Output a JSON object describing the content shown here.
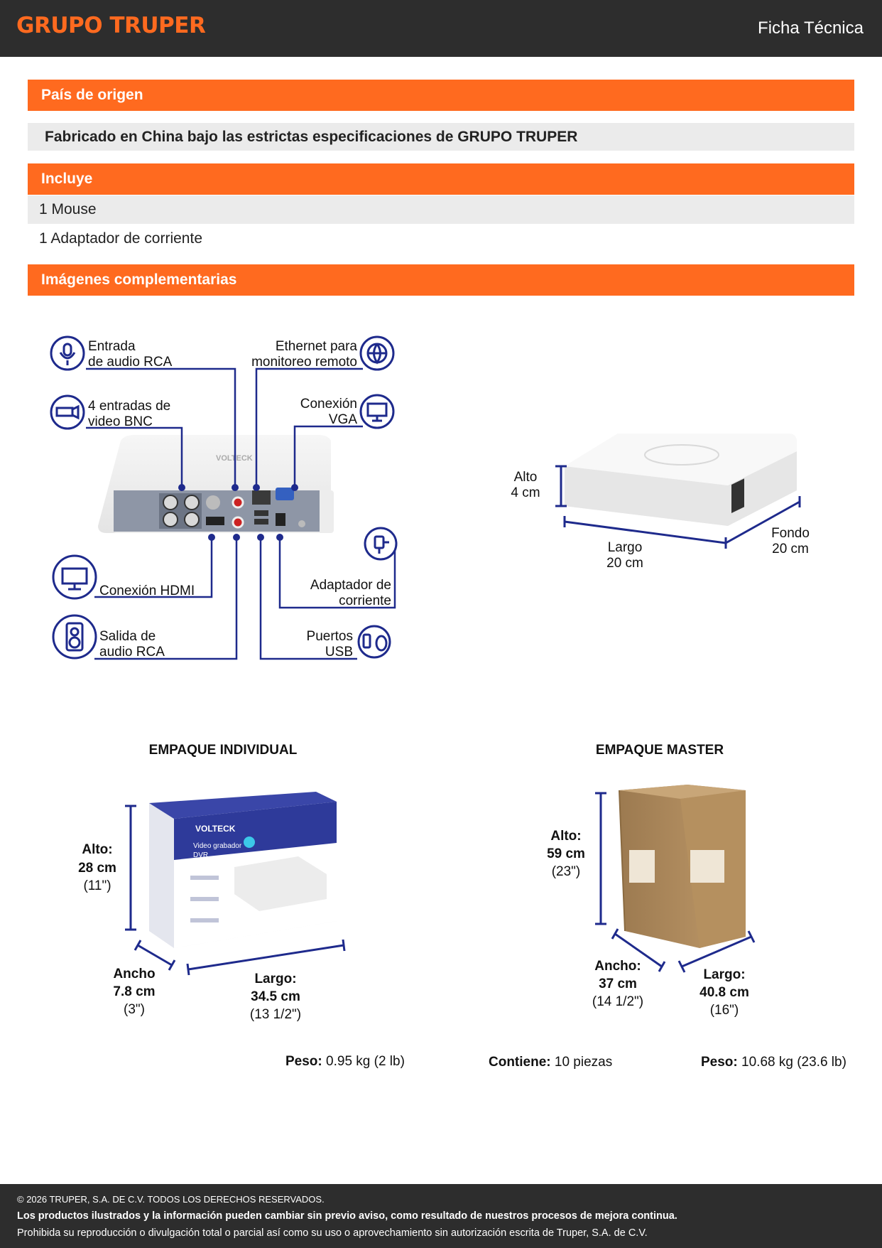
{
  "header": {
    "logo": "GRUPO TRUPER",
    "doc_type": "Ficha Técnica"
  },
  "sections": {
    "origin_title": "País de origen",
    "origin_text": "Fabricado en China bajo las estrictas especificaciones de GRUPO TRUPER",
    "includes_title": "Incluye",
    "includes_items": [
      "1 Mouse",
      "1 Adaptador de corriente"
    ],
    "images_title": "Imágenes complementarias"
  },
  "diagram": {
    "audio_in": [
      "Entrada",
      "de audio RCA"
    ],
    "ethernet": [
      "Ethernet para",
      "monitoreo remoto"
    ],
    "video_bnc": [
      "4 entradas de",
      "video BNC"
    ],
    "vga": [
      "Conexión",
      "VGA"
    ],
    "hdmi": "Conexión HDMI",
    "power": [
      "Adaptador de",
      "corriente"
    ],
    "audio_out": [
      "Salida de",
      "audio RCA"
    ],
    "usb": [
      "Puertos",
      "USB"
    ],
    "brand_on_device": "VOLTECK"
  },
  "dimensions": {
    "alto": [
      "Alto",
      "4 cm"
    ],
    "largo": [
      "Largo",
      "20 cm"
    ],
    "fondo": [
      "Fondo",
      "20 cm"
    ]
  },
  "packaging": {
    "individual": {
      "title": "EMPAQUE INDIVIDUAL",
      "alto": [
        "Alto:",
        "28 cm",
        "(11\")"
      ],
      "ancho": [
        "Ancho",
        "7.8 cm",
        "(3\")"
      ],
      "largo": [
        "Largo:",
        "34.5 cm",
        "(13 1/2\")"
      ],
      "peso_label": "Peso:",
      "peso_value": " 0.95 kg (2 lb)",
      "box_brand": "VOLTECK",
      "box_product": [
        "Video grabador",
        "DVR"
      ]
    },
    "master": {
      "title": "EMPAQUE MASTER",
      "alto": [
        "Alto:",
        "59 cm",
        "(23\")"
      ],
      "ancho": [
        "Ancho:",
        "37 cm",
        "(14 1/2\")"
      ],
      "largo": [
        "Largo:",
        "40.8 cm",
        "(16\")"
      ],
      "contiene_label": "Contiene:",
      "contiene_value": " 10 piezas",
      "peso_label": "Peso:",
      "peso_value": " 10.68 kg (23.6 lb)"
    }
  },
  "footer": {
    "copyright": "© 2026 TRUPER, S.A. DE C.V. TODOS LOS DERECHOS RESERVADOS.",
    "notice": "Los productos ilustrados y la información pueden cambiar sin previo aviso, como resultado de nuestros procesos de mejora continua.",
    "prohibition": "Prohibida su reproducción o divulgación total o parcial así como su uso o aprovechamiento sin autorización escrita de Truper, S.A. de C.V."
  },
  "colors": {
    "orange": "#ff6a1f",
    "dark": "#2d2d2d",
    "navy": "#1e2a8c",
    "cardboard": "#b08a5c"
  }
}
